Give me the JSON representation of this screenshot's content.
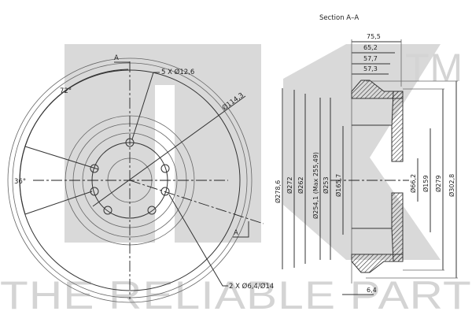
{
  "watermark": {
    "logo": "NK",
    "trademark": "TM",
    "tagline": "THE RELIABLE PART"
  },
  "front_view": {
    "section_marker_top": "A",
    "section_marker_bottom": "A",
    "angle_72": "72°",
    "angle_36": "36°",
    "bolt_holes": "5 X Ø12,6",
    "pcd": "Ø114,3",
    "small_holes": "2 X Ø6,4/Ø14"
  },
  "section_view": {
    "title": "Section A–A",
    "top_dims": [
      "75,5",
      "65,2",
      "57,7",
      "57,3"
    ],
    "left_dims": [
      "Ø278,6",
      "Ø272",
      "Ø262",
      "Ø254,1 (Max 255,49)",
      "Ø253",
      "Ø165,7"
    ],
    "right_dims": [
      "Ø66,2",
      "Ø159",
      "Ø279",
      "Ø302,8"
    ],
    "bottom_dim": "6,4"
  }
}
